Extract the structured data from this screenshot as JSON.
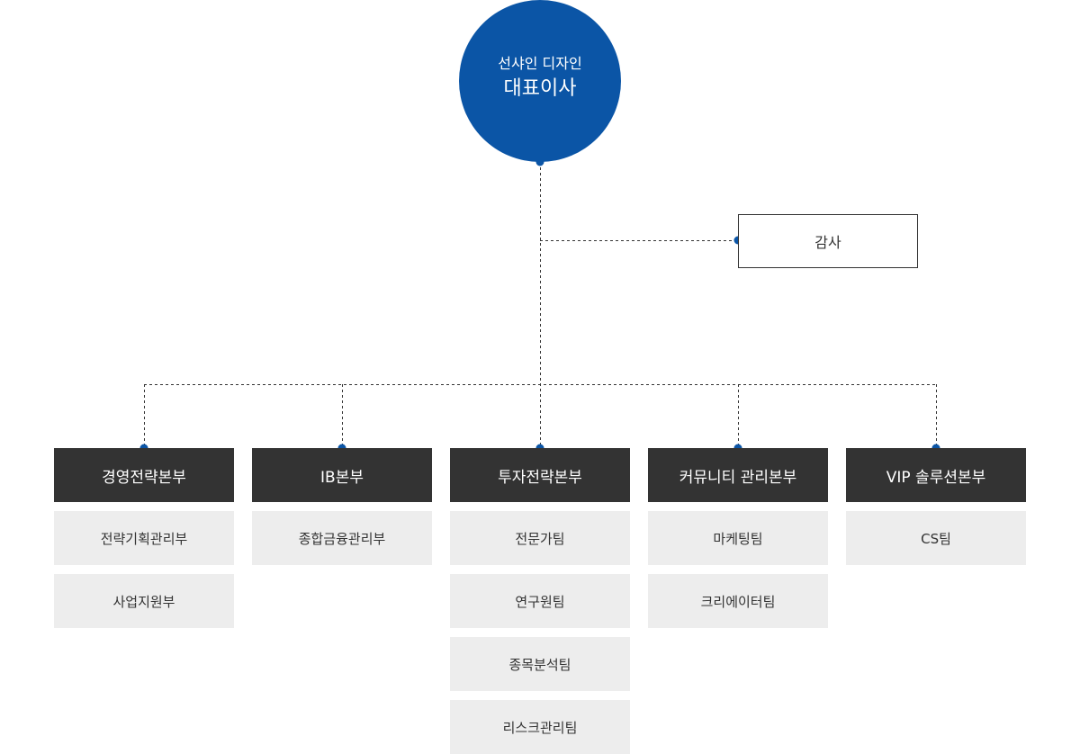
{
  "ceo": {
    "company": "선샤인 디자인",
    "title": "대표이사"
  },
  "audit": {
    "label": "감사"
  },
  "colors": {
    "accent": "#0b55a6",
    "division_bg": "#333333",
    "sub_bg": "#ededed",
    "line": "#333333"
  },
  "divisions": [
    {
      "label": "경영전략본부",
      "subs": [
        "전략기획관리부",
        "사업지원부"
      ]
    },
    {
      "label": "IB본부",
      "subs": [
        "종합금융관리부"
      ]
    },
    {
      "label": "투자전략본부",
      "subs": [
        "전문가팀",
        "연구원팀",
        "종목분석팀",
        "리스크관리팀"
      ]
    },
    {
      "label": "커뮤니티 관리본부",
      "subs": [
        "마케팅팀",
        "크리에이터팀"
      ]
    },
    {
      "label": "VIP 솔루션본부",
      "subs": [
        "CS팀"
      ]
    }
  ]
}
